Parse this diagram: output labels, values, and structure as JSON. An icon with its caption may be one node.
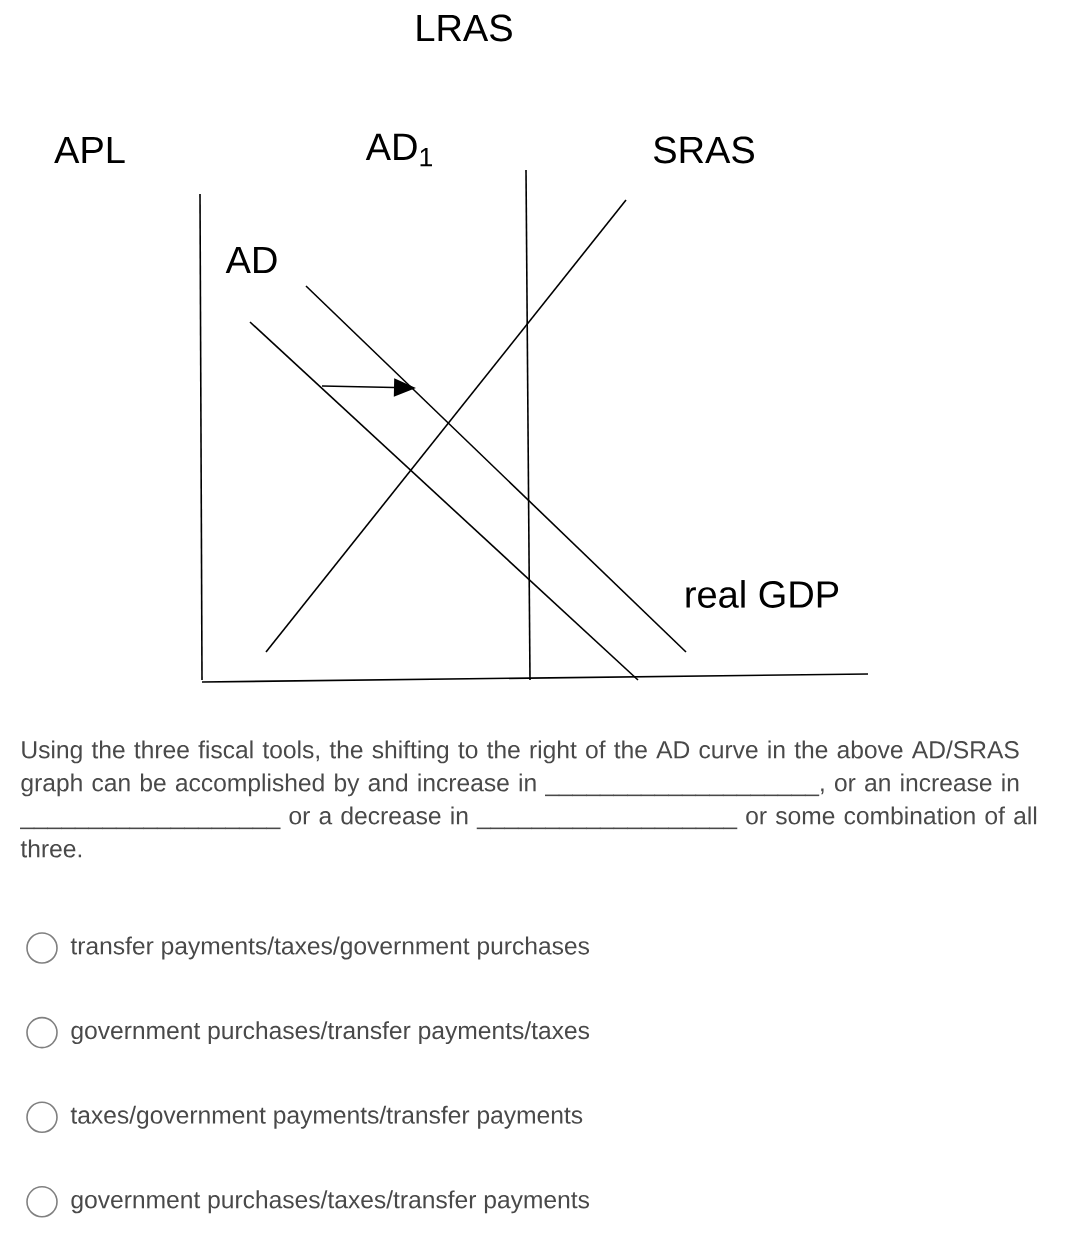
{
  "diagram": {
    "labels": [
      "LRAS",
      "APL",
      "AD$_{1}$",
      "SRAS",
      "AD",
      "real GDP",
      "Using the three fiscal tools, the shifting to the right of the AD curve in the above AD/SRAS graph can be accomplished by and increase in ____________________, or an increase in ___________________ or a decrease in ___________________ or some combination of all three.",
      "transfer payments/taxes/government purchases",
      "government purchases/transfer payments/taxes",
      "taxes/government payments/transfer payments",
      "government purchases/taxes/transfer payments"
    ]
  }
}
